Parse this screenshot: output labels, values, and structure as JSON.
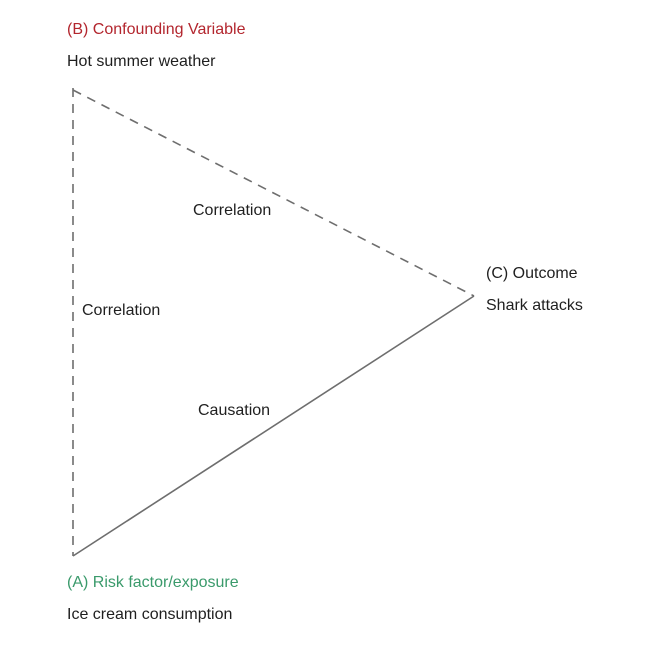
{
  "nodes": {
    "confounder": {
      "title": "(B) Confounding Variable",
      "subtitle": "Hot summer weather",
      "color": "#b3262e"
    },
    "outcome": {
      "title": "(C) Outcome",
      "subtitle": "Shark attacks",
      "color": "#1f1f1f"
    },
    "exposure": {
      "title": "(A) Risk factor/exposure",
      "subtitle": "Ice cream consumption",
      "color": "#3a9a6b"
    }
  },
  "edges": {
    "b_to_c": {
      "label": "Correlation",
      "style": "dashed"
    },
    "b_to_a": {
      "label": "Correlation",
      "style": "dashed"
    },
    "a_to_c": {
      "label": "Causation",
      "style": "solid"
    }
  },
  "colors": {
    "line": "#6e6e6e",
    "text": "#1f1f1f"
  }
}
